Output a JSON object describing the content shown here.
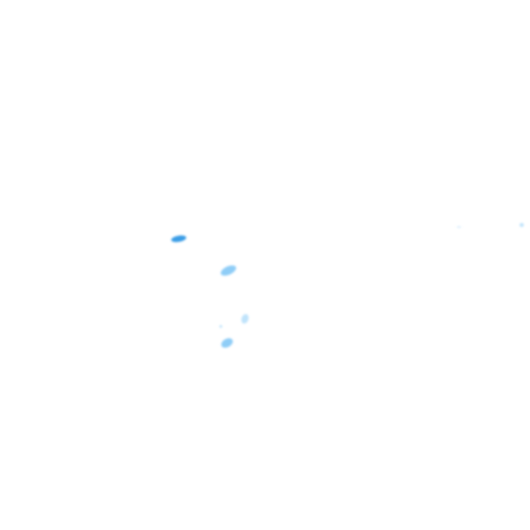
{
  "map_tile": {
    "background_color": "#ffffff",
    "layer": "precipitation-radar",
    "palette": {
      "light": "#bfe3fb",
      "medium": "#8fcdf7",
      "strong": "#3b9de6"
    },
    "cells": [
      {
        "name": "radar-cell-1",
        "intensity": "strong"
      },
      {
        "name": "radar-cell-2",
        "intensity": "medium"
      },
      {
        "name": "radar-cell-3",
        "intensity": "light"
      },
      {
        "name": "radar-cell-4",
        "intensity": "medium"
      },
      {
        "name": "radar-cell-5",
        "intensity": "light"
      },
      {
        "name": "radar-cell-6",
        "intensity": "light"
      },
      {
        "name": "radar-cell-7",
        "intensity": "light"
      }
    ]
  }
}
